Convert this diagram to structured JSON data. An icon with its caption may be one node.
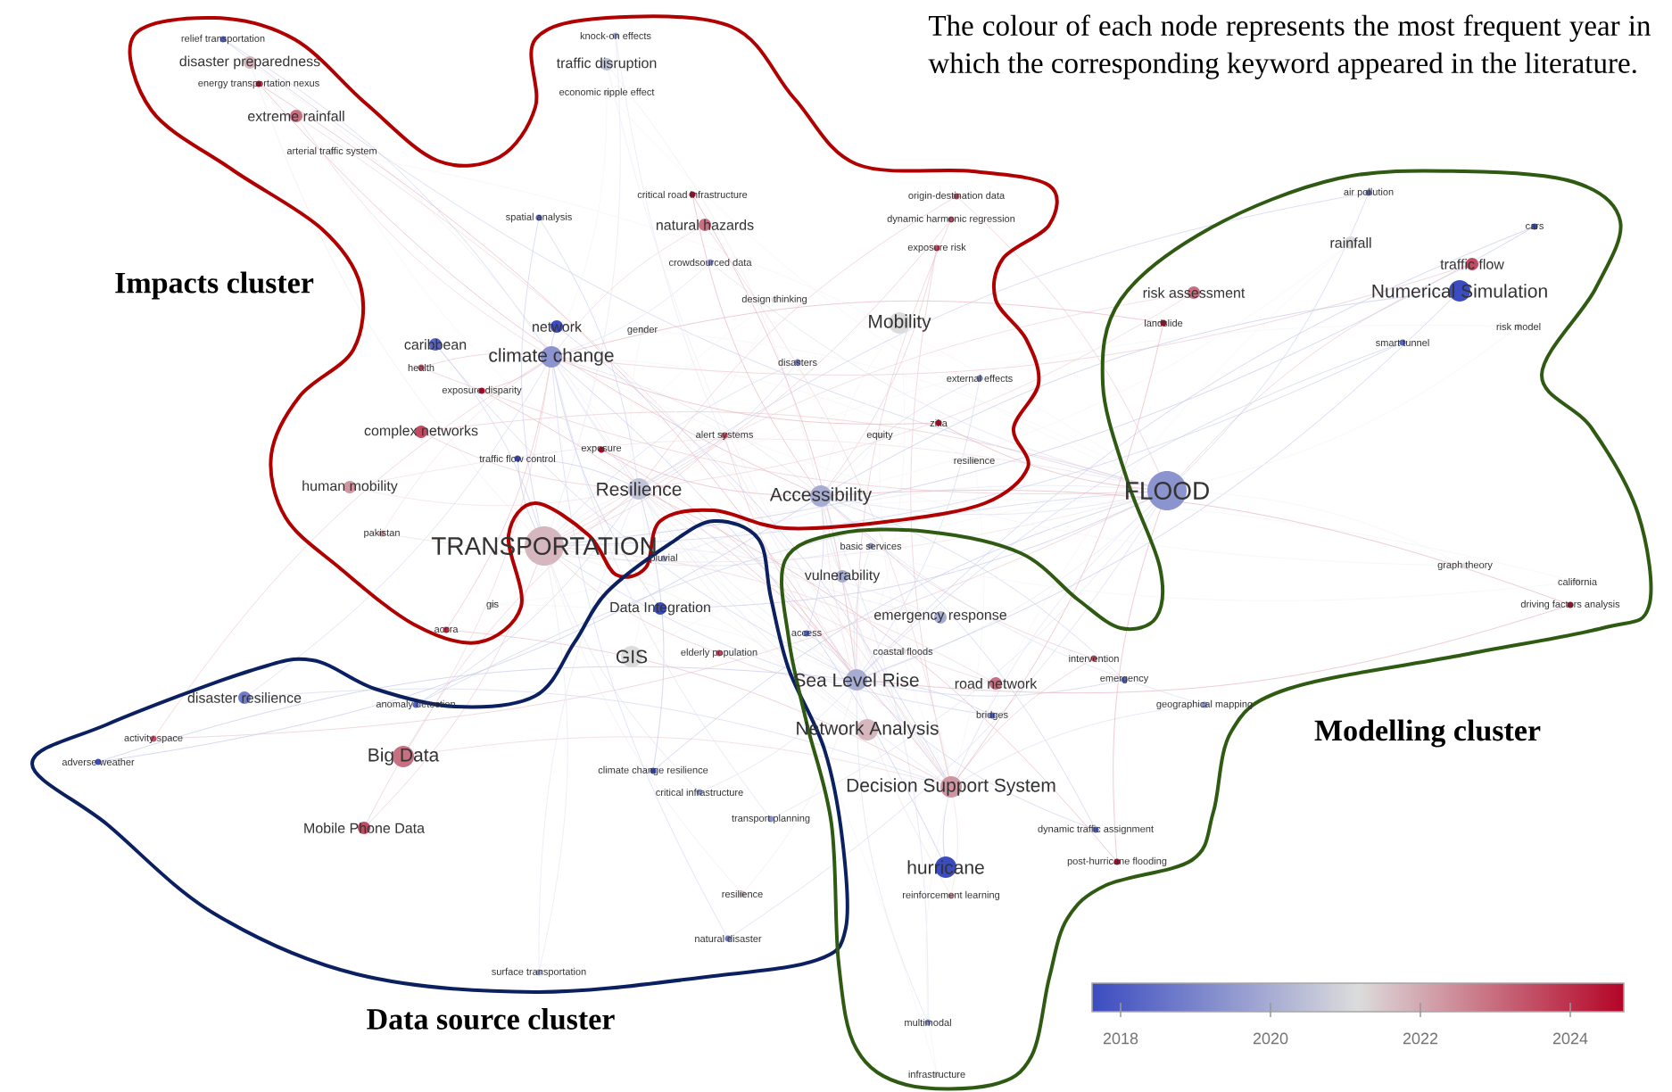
{
  "diagram": {
    "nodes": [
      {
        "text": [
          "Impacts cluster"
        ]
      },
      {
        "text": [
          "Data source cluster"
        ]
      },
      {
        "text": [
          "Modelling cluster"
        ]
      }
    ],
    "labels": [
      "The colour of each node represents the most frequent year in which the corresponding keyword appeared in the literature.",
      "relief transportation",
      "disaster preparedness",
      "energy transportation nexus",
      "extreme rainfall",
      "arterial traffic system",
      "knock-on effects",
      "traffic disruption",
      "economic ripple effect",
      "spatial analysis",
      "critical road infrastructure",
      "natural hazards",
      "origin-destination data",
      "dynamic harmonic regression",
      "exposure risk",
      "crowdsourced data",
      "design thinking",
      "Mobility",
      "network",
      "gender",
      "caribbean",
      "climate change",
      "health",
      "disasters",
      "external effects",
      "exposure disparity",
      "complex networks",
      "alert systems",
      "equity",
      "zika",
      "traffic flow control",
      "exposure",
      "resilience",
      "human mobility",
      "Resilience",
      "Accessibility",
      "pakistan",
      "TRANSPORTATION",
      "gis",
      "accra",
      "pluvial",
      "basic services",
      "vulnerability",
      "Data Integration",
      "emergency response",
      "access",
      "coastal floods",
      "GIS",
      "elderly population",
      "intervention",
      "Sea Level Rise",
      "road network",
      "emergency",
      "disaster resilience",
      "anomaly detection",
      "bridges",
      "geographical mapping",
      "activity space",
      "Network Analysis",
      "adverse weather",
      "Big Data",
      "climate change resilience",
      "critical infrastructure",
      "Decision Support System",
      "transport planning",
      "Mobile Phone Data",
      "dynamic traffic assignment",
      "hurricane",
      "post-hurricane flooding",
      "resilience",
      "reinforcement learning",
      "natural disaster",
      "surface transportation",
      "multimodal",
      "infrastructure",
      "air pollution",
      "cars",
      "rainfall",
      "traffic flow",
      "risk assessment",
      "Numerical Simulation",
      "landslide",
      "risk model",
      "smart tunnel",
      "FLOOD",
      "graph theory",
      "california",
      "driving factors analysis",
      "2018",
      "2020",
      "2022",
      "2024"
    ]
  }
}
